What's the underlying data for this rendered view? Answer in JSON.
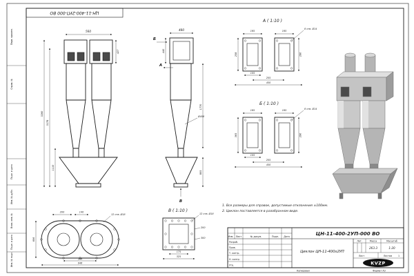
{
  "stamp_top": "ЦН-11-400-2УП-000 ВО",
  "frame_labels": [
    "Перв. примен.",
    "Справ. №",
    "Подп. и дата",
    "Инв. № дубл.",
    "Взам. инв. №",
    "Подп. и дата",
    "Инв. № подл."
  ],
  "views": {
    "front": {
      "dims": {
        "w560": "560",
        "h3260": "3260",
        "h3178": "3178",
        "h1110": "1110",
        "w427": "427"
      }
    },
    "side": {
      "sec_a": "А",
      "sec_b": "Б",
      "sec_v": "В",
      "dims": {
        "w480": "480",
        "w440": "440",
        "h1770": "1770",
        "h805": "805",
        "dia": "Ø408"
      }
    },
    "detail_a": {
      "title": "А ( 1:10 )",
      "dims": {
        "w1": "165",
        "w2": "165",
        "hl": "258",
        "hr": "290",
        "holes": "8 отв. Ø14",
        "b105": "105",
        "b205": "205",
        "total": "450"
      }
    },
    "detail_b": {
      "title": "Б ( 1:10 )",
      "dims": {
        "w1": "165",
        "w2": "165",
        "hl": "365",
        "hr": "290",
        "holes": "8 отв. Ø14",
        "b105": "105",
        "b205": "205",
        "total": "450"
      }
    },
    "view_v": {
      "title": "В ( 1:10 )",
      "dims": {
        "holes": "12 отв. Ø18",
        "d175": "175",
        "d325": "325",
        "m200": "200",
        "m300": "300"
      }
    },
    "top_view": {
      "dims": {
        "d200": "200",
        "d140": "140",
        "holes": "12 отв. Ø18",
        "h606": "606",
        "w946": "946",
        "w344": "344"
      }
    }
  },
  "notes": {
    "line1": "1. Все размеры для справок, допустимые отклонения ±100мм.",
    "line2": "2. Циклон поставляется в разобранном виде."
  },
  "title_block": {
    "designation": "ЦН-11-400-2УП-000 ВО",
    "product_name": "Циклон ЦН-11-400х2УП",
    "col_izm": "Изм.",
    "col_list": "Лист",
    "col_doc": "№ докум.",
    "col_podp": "Подп.",
    "col_data": "Дата",
    "row_razrab": "Разраб.",
    "row_prov": "Пров.",
    "row_tkontr": "Т. контр.",
    "row_nkontr": "Н. контр.",
    "row_utv": "Утв.",
    "lit": "Лит.",
    "mass": "Масса",
    "scale": "Масштаб",
    "mass_value": "263.3",
    "scale_value": "1:20",
    "list": "Лист",
    "listov": "Листов",
    "listov_value": "1",
    "logo": "KVZP",
    "copied": "Копировал",
    "format": "Формат А3"
  }
}
